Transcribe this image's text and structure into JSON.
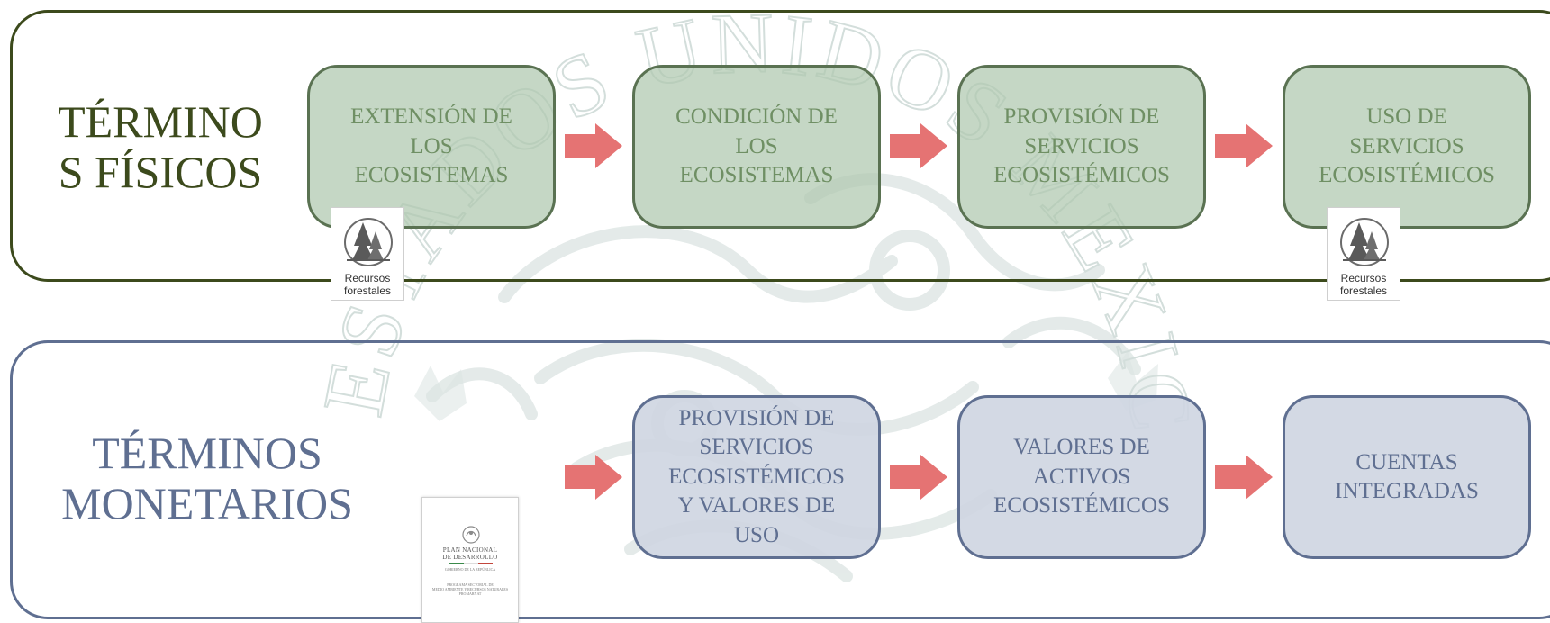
{
  "colors": {
    "physical_border": "#3c4a1c",
    "physical_title": "#3c4a1c",
    "physical_box_fill": "#afc7ae",
    "physical_box_text": "#6f8f64",
    "monetary_border": "#5f6f91",
    "monetary_box_fill": "#ced5e1",
    "arrow": "#e57373",
    "watermark": "#d6e0dd"
  },
  "watermark": {
    "text": "ESTADOS UNIDOS MEXICANOS"
  },
  "physical": {
    "title": "TÉRMINO\nS FÍSICOS",
    "boxes": [
      {
        "label": "EXTENSIÓN DE\nLOS\nECOSISTEMAS"
      },
      {
        "label": "CONDICIÓN DE\nLOS\nECOSISTEMAS"
      },
      {
        "label": "PROVISIÓN DE\nSERVICIOS\nECOSISTÉMICOS"
      },
      {
        "label": "USO DE\nSERVICIOS\nECOSISTÉMICOS"
      }
    ],
    "logos": [
      {
        "caption": "Recursos\nforestales",
        "icon": "forest-trees-icon"
      },
      {
        "caption": "Recursos\nforestales",
        "icon": "forest-trees-icon"
      }
    ]
  },
  "monetary": {
    "title": "TÉRMINOS\nMONETARIOS",
    "boxes": [
      {
        "label": "PROVISIÓN DE\nSERVICIOS\nECOSISTÉMICOS\nY VALORES DE\nUSO"
      },
      {
        "label": "VALORES DE\nACTIVOS\nECOSISTÉMICOS"
      },
      {
        "label": "CUENTAS\nINTEGRADAS"
      }
    ],
    "document": {
      "title": "PLAN NACIONAL\nDE DESARROLLO",
      "subtitle": "GOBIERNO DE LA REPÚBLICA",
      "program": "PROGRAMA SECTORIAL DE\nMEDIO AMBIENTE Y RECURSOS NATURALES\nPROMARNAT"
    }
  }
}
